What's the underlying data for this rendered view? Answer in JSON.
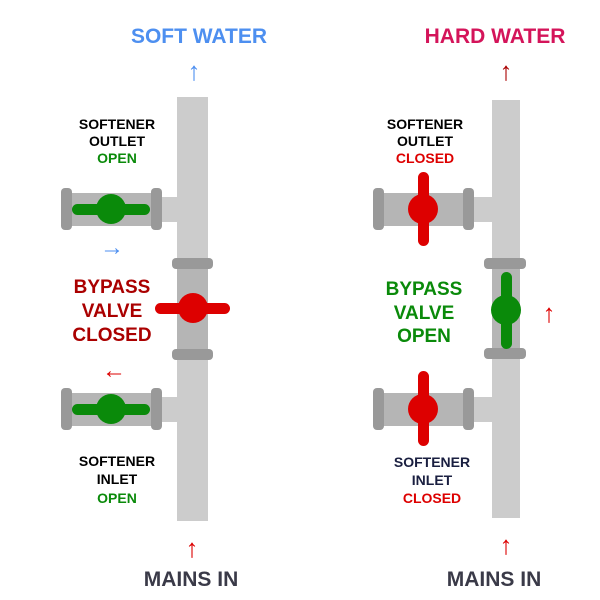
{
  "colors": {
    "soft": "#4d8ff0",
    "hard": "#d4145a",
    "open": "#0a8a0a",
    "closed": "#dd0000",
    "bypass_closed_text": "#aa0000",
    "mains": "#3a3a48",
    "pipe": "#cccccc",
    "pipe_dark": "#b5b5b5",
    "flange": "#999999"
  },
  "left": {
    "title": "SOFT WATER",
    "outlet": {
      "line1": "SOFTENER",
      "line2": "OUTLET",
      "state": "OPEN"
    },
    "bypass": {
      "line1": "BYPASS",
      "line2": "VALVE",
      "state": "CLOSED"
    },
    "inlet": {
      "line1": "SOFTENER",
      "line2": "INLET",
      "state": "OPEN"
    },
    "mains": "MAINS IN"
  },
  "right": {
    "title": "HARD WATER",
    "outlet": {
      "line1": "SOFTENER",
      "line2": "OUTLET",
      "state": "CLOSED"
    },
    "bypass": {
      "line1": "BYPASS",
      "line2": "VALVE",
      "state": "OPEN"
    },
    "inlet": {
      "line1": "SOFTENER",
      "line2": "INLET",
      "state": "CLOSED"
    },
    "mains": "MAINS IN"
  },
  "arrows": {
    "up": "↑",
    "right": "→",
    "left": "←"
  }
}
